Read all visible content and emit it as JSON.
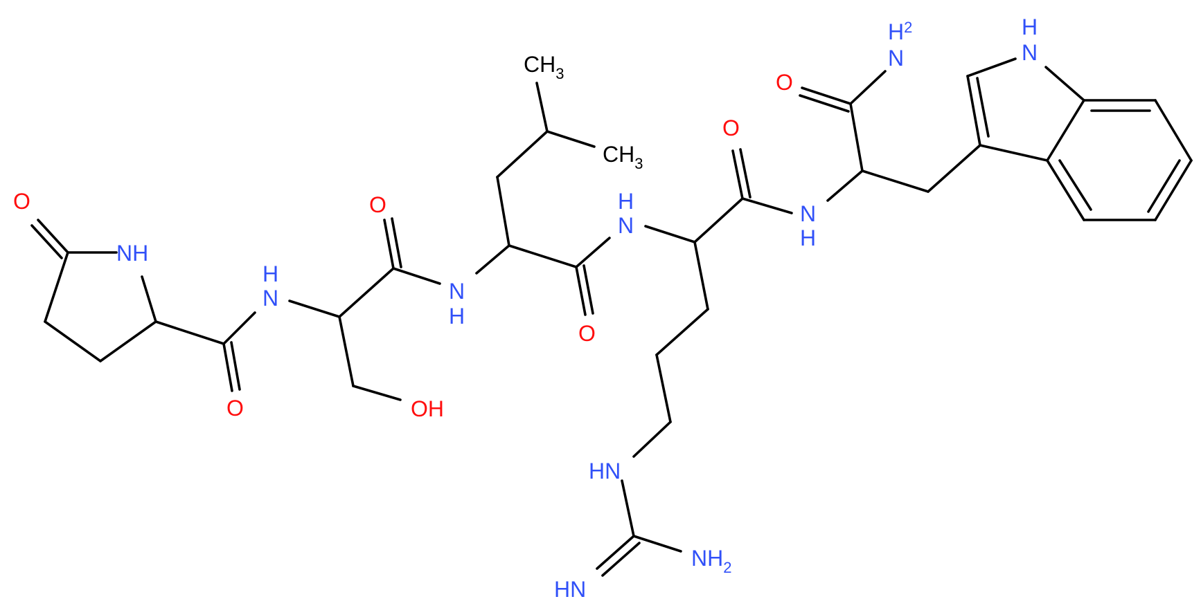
{
  "colors": {
    "bond": "#000000",
    "oxygen": "#ff0d0d",
    "nitrogen": "#3050f8",
    "carbon": "#000000",
    "background": "#ffffff"
  },
  "atom_labels": {
    "o_pyro": "O",
    "nh_ring": "NH",
    "o_c1": "O",
    "n_a": "H",
    "n_a2": "N",
    "oh": "OH",
    "o_c2": "O",
    "n_b": "N",
    "n_b2": "H",
    "ch3_top": "CH",
    "ch3_top_sub": "3",
    "ch3_mid": "CH",
    "ch3_mid_sub": "3",
    "o_c3": "O",
    "n_c": "N",
    "n_c2": "H",
    "o_c4": "O",
    "n_d": "N",
    "n_d2": "H",
    "o_c5": "O",
    "nh2_amide": "N",
    "nh2_amide_h": "H",
    "nh2_amide_sub": "2",
    "nh_indole": "N",
    "nh_indole_h": "H",
    "hn_guan": "HN",
    "nh2_guan": "NH",
    "nh2_guan_sub": "2",
    "hn_imine": "HN"
  }
}
